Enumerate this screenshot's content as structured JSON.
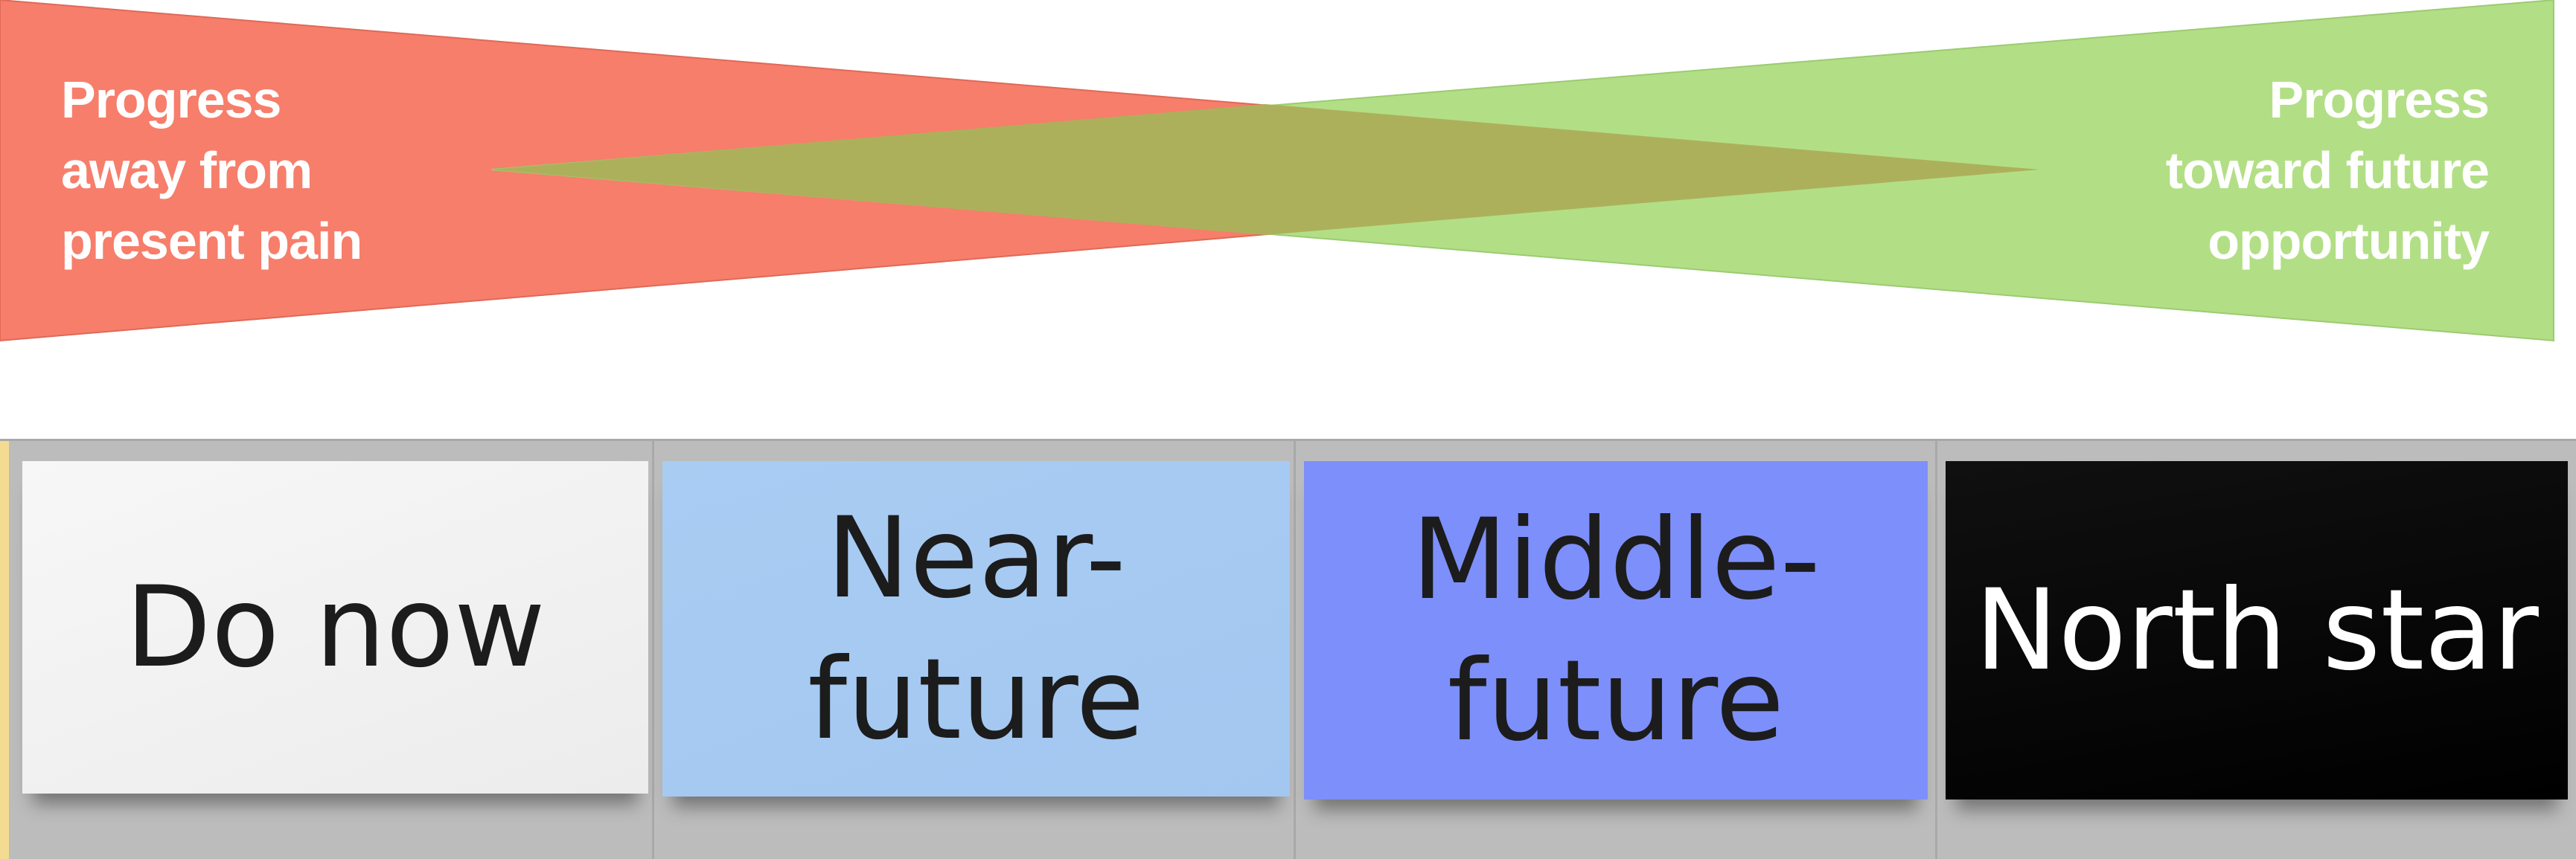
{
  "arrows": {
    "left_label_lines": [
      "Progress",
      "away from",
      "present pain"
    ],
    "right_label_lines": [
      "Progress",
      "toward future",
      "opportunity"
    ],
    "colors": {
      "pain": "#f67e6b",
      "opportunity": "#b2df85",
      "overlap": "#adb05b"
    }
  },
  "board": {
    "notes": [
      {
        "lines": [
          "Do now"
        ],
        "color": "#f2f2f2"
      },
      {
        "lines": [
          "Near-",
          "future"
        ],
        "color": "#a7caf2"
      },
      {
        "lines": [
          "Middle-",
          "future"
        ],
        "color": "#7d8ffb"
      },
      {
        "lines": [
          "North star"
        ],
        "color": "#000000"
      }
    ]
  }
}
